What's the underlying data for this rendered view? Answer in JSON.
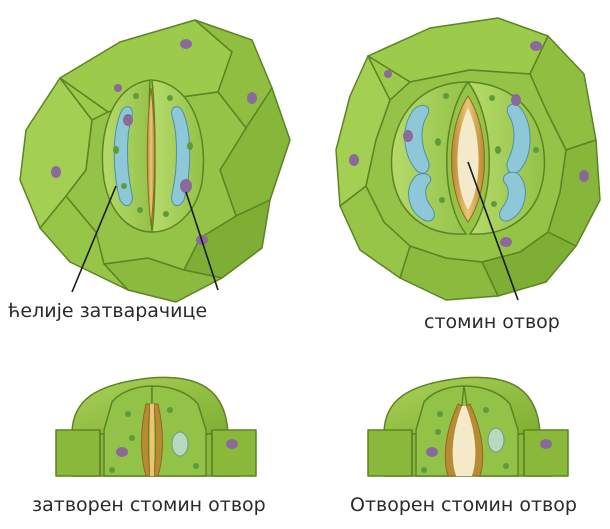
{
  "labels": {
    "guard_cells": "ћелије затварачице",
    "stoma_pore": "стомин отвор",
    "closed_stoma": "затворен стомин отвор",
    "open_stoma": "Отворен стомин отвор"
  },
  "colors": {
    "cell_light": "#9fc84a",
    "cell_mid": "#8ab83a",
    "cell_dark": "#6e9a2a",
    "cell_outline": "#5d8423",
    "guard_cell": "#a6cf5c",
    "vacuole": "#8ec8d8",
    "nucleus": "#8a6a9a",
    "chloroplast": "#5f9a3a",
    "pore_gold": "#d2a64a",
    "pore_light": "#f4e9c8"
  },
  "stomata": [
    {
      "state": "closed",
      "view": "top"
    },
    {
      "state": "open",
      "view": "top"
    },
    {
      "state": "closed",
      "view": "cross-section"
    },
    {
      "state": "open",
      "view": "cross-section"
    }
  ]
}
